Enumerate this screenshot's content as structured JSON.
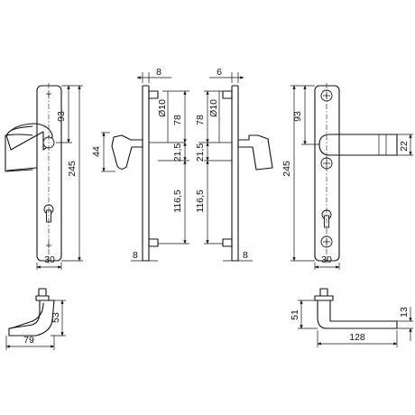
{
  "diagram": {
    "front_left": {
      "height": "245",
      "upper": "93",
      "width": "30"
    },
    "side_left": {
      "offset_top": "8",
      "offset_bottom": "8",
      "lever_height": "44",
      "diameter": "Ø10",
      "upper": "78",
      "middle": "21,5",
      "lower": "116,5"
    },
    "side_right": {
      "offset_top": "6",
      "offset_bottom": "8",
      "diameter": "Ø10",
      "upper": "78",
      "middle": "21,5",
      "lower": "116,5"
    },
    "front_right": {
      "height": "245",
      "upper": "93",
      "width": "30",
      "lever_width": "22"
    },
    "bottom_left": {
      "height": "53",
      "length": "79"
    },
    "bottom_right": {
      "height": "51",
      "length": "128",
      "end_height": "13"
    }
  }
}
